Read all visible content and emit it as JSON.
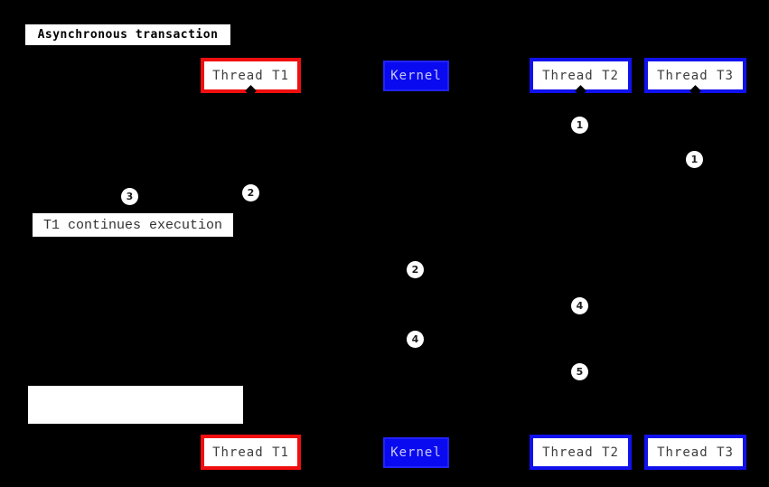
{
  "diagram": {
    "title": "Asynchronous transaction",
    "note": "T1 continues execution",
    "participants": [
      {
        "id": "thread-t1",
        "label": "Thread T1",
        "style": "red-border"
      },
      {
        "id": "kernel",
        "label": "Kernel",
        "style": "blue-fill"
      },
      {
        "id": "thread-t2",
        "label": "Thread T2",
        "style": "blue-border"
      },
      {
        "id": "thread-t3",
        "label": "Thread T3",
        "style": "blue-border"
      }
    ],
    "markers": [
      "1",
      "1",
      "2",
      "3",
      "2",
      "4",
      "4",
      "5"
    ],
    "colors": {
      "background": "#000000",
      "box_fill": "#ffffff",
      "thread_t1_border": "#f10e0e",
      "thread_border_blue": "#1111ee",
      "kernel_fill": "#0a0af0",
      "kernel_text": "#c9c9f7",
      "label_text": "#3d3d3d"
    }
  }
}
